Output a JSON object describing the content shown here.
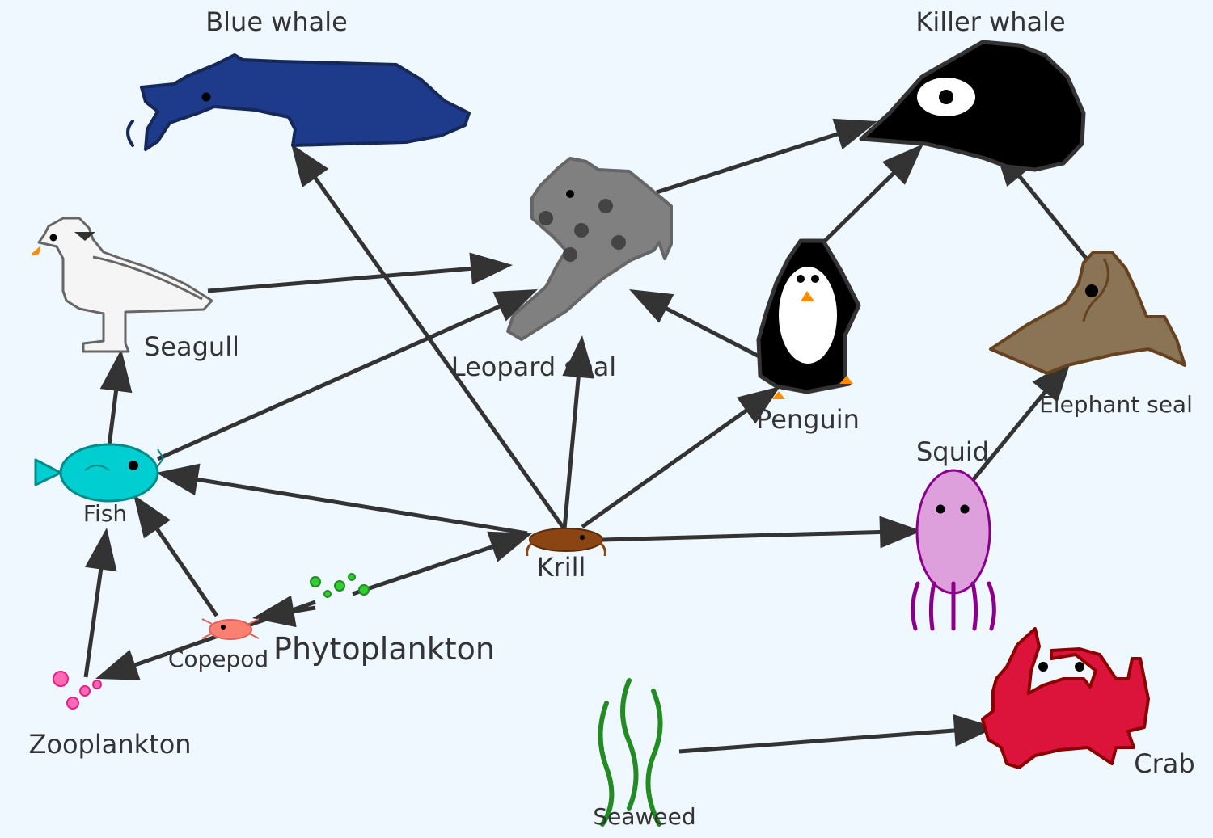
{
  "diagram": {
    "background": "#f0f8ff",
    "edge_color": "#333333",
    "nodes": {
      "blue_whale": {
        "label": "Blue whale",
        "color": "#1e3a8a"
      },
      "killer_whale": {
        "label": "Killer whale",
        "color": "#000000"
      },
      "leopard_seal": {
        "label": "Leopard seal",
        "color": "#808080"
      },
      "seagull": {
        "label": "Seagull",
        "color": "#f5f5f5"
      },
      "penguin": {
        "label": "Penguin",
        "color": "#000000"
      },
      "elephant_seal": {
        "label": "Elephant seal",
        "color": "#8b7355"
      },
      "squid": {
        "label": "Squid",
        "color": "#dda0dd"
      },
      "fish": {
        "label": "Fish",
        "color": "#00ced1"
      },
      "krill": {
        "label": "Krill",
        "color": "#8b4513"
      },
      "copepod": {
        "label": "Copepod",
        "color": "#fa8072"
      },
      "phytoplankton": {
        "label": "Phytoplankton",
        "color": "#32cd32"
      },
      "zooplankton": {
        "label": "Zooplankton",
        "color": "#ff69b4"
      },
      "crab": {
        "label": "Crab",
        "color": "#dc143c"
      },
      "seaweed": {
        "label": "Seaweed",
        "color": "#228b22"
      }
    },
    "edges": [
      {
        "from": "krill",
        "to": "blue_whale"
      },
      {
        "from": "krill",
        "to": "leopard_seal"
      },
      {
        "from": "krill",
        "to": "penguin"
      },
      {
        "from": "krill",
        "to": "squid"
      },
      {
        "from": "krill",
        "to": "fish"
      },
      {
        "from": "seagull",
        "to": "leopard_seal"
      },
      {
        "from": "fish",
        "to": "leopard_seal"
      },
      {
        "from": "fish",
        "to": "seagull"
      },
      {
        "from": "penguin",
        "to": "leopard_seal"
      },
      {
        "from": "leopard_seal",
        "to": "killer_whale"
      },
      {
        "from": "penguin",
        "to": "killer_whale"
      },
      {
        "from": "elephant_seal",
        "to": "killer_whale"
      },
      {
        "from": "squid",
        "to": "elephant_seal"
      },
      {
        "from": "copepod",
        "to": "fish"
      },
      {
        "from": "zooplankton",
        "to": "fish"
      },
      {
        "from": "phytoplankton",
        "to": "krill"
      },
      {
        "from": "phytoplankton",
        "to": "copepod"
      },
      {
        "from": "phytoplankton",
        "to": "zooplankton"
      },
      {
        "from": "seaweed",
        "to": "crab"
      }
    ]
  }
}
